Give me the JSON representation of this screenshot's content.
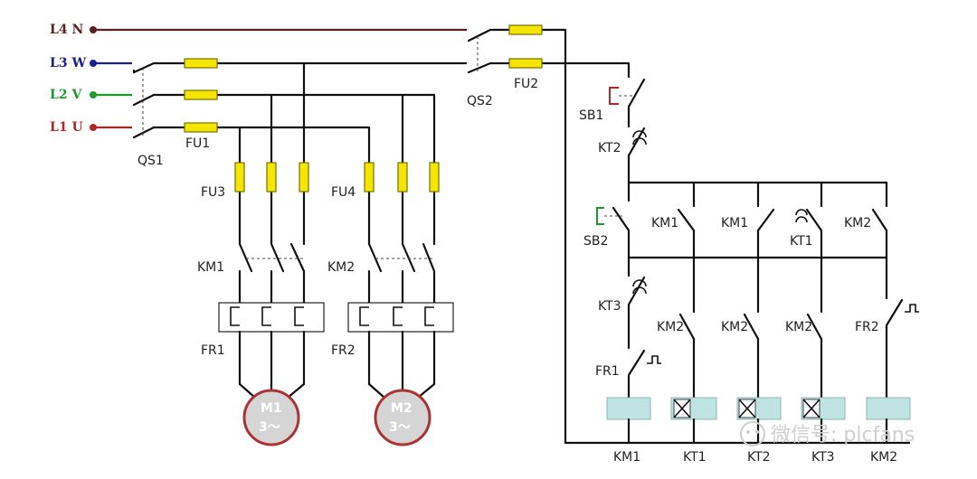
{
  "supply": {
    "n": {
      "label": "L4 N",
      "color": "#5a1f1f"
    },
    "w": {
      "label": "L3 W",
      "color": "#1a1f8a"
    },
    "v": {
      "label": "L2 V",
      "color": "#1e9a2a"
    },
    "u": {
      "label": "L1 U",
      "color": "#b02525"
    }
  },
  "power": {
    "qs1": "QS1",
    "fu1": "FU1",
    "fu3": "FU3",
    "fu4": "FU4",
    "km1": "KM1",
    "km2": "KM2",
    "fr1": "FR1",
    "fr2": "FR2",
    "m1": {
      "name": "M1",
      "type": "3～"
    },
    "m2": {
      "name": "M2",
      "type": "3～"
    }
  },
  "control": {
    "qs2": "QS2",
    "fu2": "FU2",
    "sb1": "SB1",
    "sb2": "SB2",
    "kt2_nc": "KT2",
    "kt3_nc": "KT3",
    "fr1_nc": "FR1",
    "km1_hold": "KM1",
    "km1_b2": "KM1",
    "kt1_b3": "KT1",
    "km2_b4": "KM2",
    "km2_b1": "KM2",
    "km2_b2": "KM2",
    "km2_b3": "KM2",
    "fr2_b4": "FR2",
    "coils": [
      "KM1",
      "KT1",
      "KT2",
      "KT3",
      "KM2"
    ]
  },
  "colors": {
    "sb1": "#b02525",
    "sb2": "#1e9a2a"
  },
  "watermark": "微信号: plcfans"
}
